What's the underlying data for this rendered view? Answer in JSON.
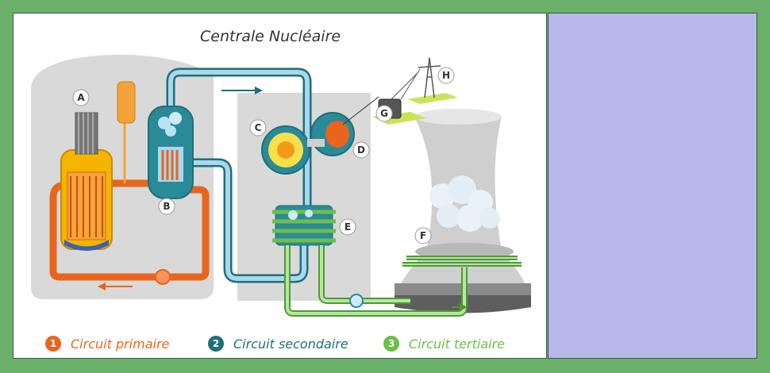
{
  "title": "Centrale Nucléaire",
  "component_labels": [
    "A",
    "B",
    "C",
    "D",
    "E",
    "F",
    "G",
    "H"
  ],
  "legend": [
    {
      "number": "1",
      "label": "Circuit primaire",
      "color": "#e8651e"
    },
    {
      "number": "2",
      "label": "Circuit secondaire",
      "color": "#1f6f78"
    },
    {
      "number": "3",
      "label": "Circuit tertiaire",
      "color": "#6cbf4a"
    }
  ],
  "colors": {
    "background_frame": "#6ab06a",
    "side_panel": "#b8b8ec",
    "primary": "#e8651e",
    "secondary_light": "#a9d8ee",
    "secondary_dark": "#1f6f78",
    "tertiary": "#6cbf4a"
  },
  "icons": [
    "reactor-icon",
    "pressurizer-icon",
    "steam-generator-icon",
    "turbine-icon",
    "alternator-icon",
    "condenser-icon",
    "cooling-tower-icon",
    "transformer-icon",
    "pylon-icon",
    "flow-arrow-icon"
  ]
}
